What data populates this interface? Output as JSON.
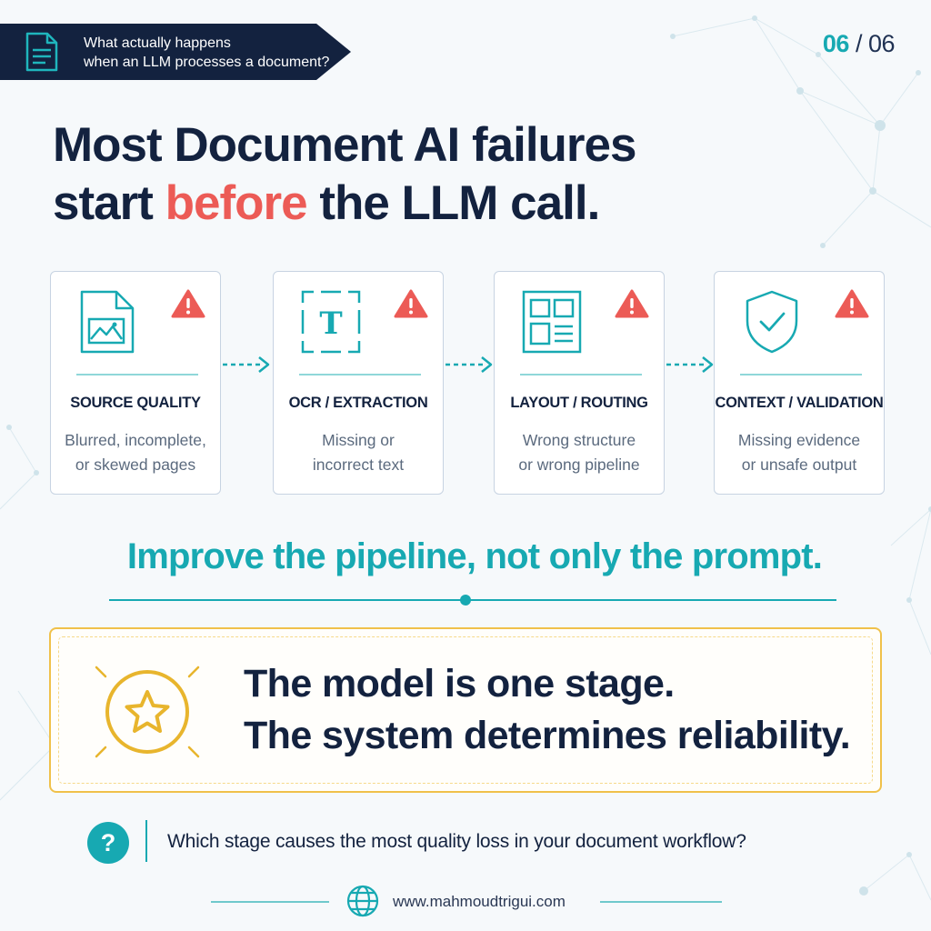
{
  "header": {
    "line1": "What actually happens",
    "line2": "when an LLM processes a document?"
  },
  "pager": {
    "current": "06",
    "rest": " / 06"
  },
  "headline": {
    "line1": "Most Document AI failures",
    "line2_start": "start ",
    "line2_highlight": "before",
    "line2_end": " the LLM call."
  },
  "stages": [
    {
      "title": "SOURCE QUALITY",
      "desc1": "Blurred, incomplete,",
      "desc2": "or skewed pages",
      "icon": "image-file-icon"
    },
    {
      "title": "OCR / EXTRACTION",
      "desc1": "Missing or",
      "desc2": "incorrect text",
      "icon": "text-scan-icon"
    },
    {
      "title": "LAYOUT / ROUTING",
      "desc1": "Wrong structure",
      "desc2": "or wrong pipeline",
      "icon": "layout-grid-icon"
    },
    {
      "title": "CONTEXT / VALIDATION",
      "desc1": "Missing evidence",
      "desc2": "or unsafe output",
      "icon": "shield-check-icon"
    }
  ],
  "tagline": "Improve the pipeline, not only the prompt.",
  "callout": {
    "line1": "The model is one stage.",
    "line2": "The system determines reliability."
  },
  "question": "Which stage causes the most quality loss in your document workflow?",
  "footer": {
    "url": "www.mahmoudtrigui.com"
  },
  "colors": {
    "navy": "#13223f",
    "teal": "#17a9b2",
    "warning": "#ec5b56",
    "gold": "#e8b52d",
    "background": "#f6f9fb"
  }
}
